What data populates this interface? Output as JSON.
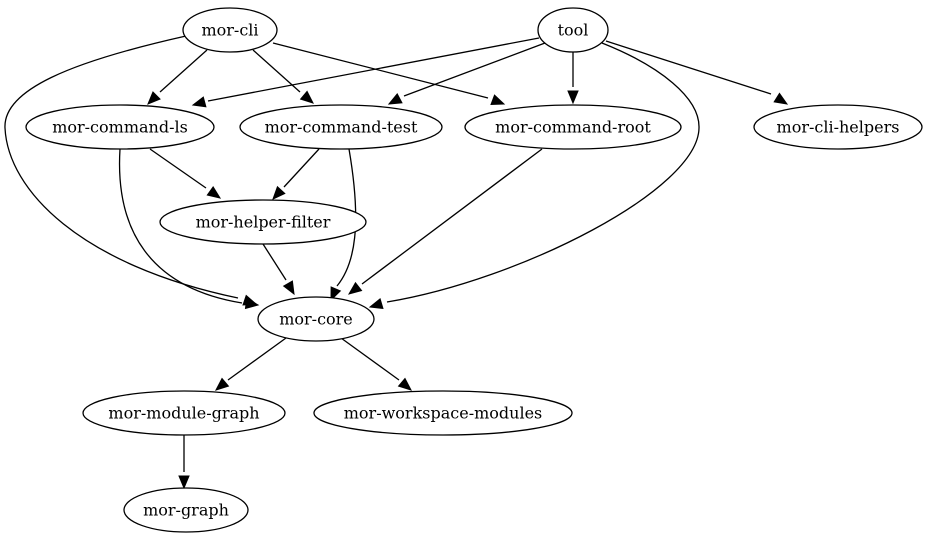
{
  "nodes": [
    {
      "id": "mor-cli",
      "label": "mor-cli"
    },
    {
      "id": "tool",
      "label": "tool"
    },
    {
      "id": "mor-command-ls",
      "label": "mor-command-ls"
    },
    {
      "id": "mor-command-test",
      "label": "mor-command-test"
    },
    {
      "id": "mor-command-root",
      "label": "mor-command-root"
    },
    {
      "id": "mor-cli-helpers",
      "label": "mor-cli-helpers"
    },
    {
      "id": "mor-helper-filter",
      "label": "mor-helper-filter"
    },
    {
      "id": "mor-core",
      "label": "mor-core"
    },
    {
      "id": "mor-module-graph",
      "label": "mor-module-graph"
    },
    {
      "id": "mor-workspace-modules",
      "label": "mor-workspace-modules"
    },
    {
      "id": "mor-graph",
      "label": "mor-graph"
    }
  ],
  "edges": [
    {
      "from": "mor-cli",
      "to": "mor-command-ls"
    },
    {
      "from": "mor-cli",
      "to": "mor-command-test"
    },
    {
      "from": "mor-cli",
      "to": "mor-command-root"
    },
    {
      "from": "mor-cli",
      "to": "mor-core"
    },
    {
      "from": "tool",
      "to": "mor-command-ls"
    },
    {
      "from": "tool",
      "to": "mor-command-test"
    },
    {
      "from": "tool",
      "to": "mor-command-root"
    },
    {
      "from": "tool",
      "to": "mor-cli-helpers"
    },
    {
      "from": "tool",
      "to": "mor-core"
    },
    {
      "from": "mor-command-ls",
      "to": "mor-helper-filter"
    },
    {
      "from": "mor-command-ls",
      "to": "mor-core"
    },
    {
      "from": "mor-command-test",
      "to": "mor-helper-filter"
    },
    {
      "from": "mor-command-test",
      "to": "mor-core"
    },
    {
      "from": "mor-command-root",
      "to": "mor-core"
    },
    {
      "from": "mor-helper-filter",
      "to": "mor-core"
    },
    {
      "from": "mor-core",
      "to": "mor-module-graph"
    },
    {
      "from": "mor-core",
      "to": "mor-workspace-modules"
    },
    {
      "from": "mor-module-graph",
      "to": "mor-graph"
    }
  ]
}
